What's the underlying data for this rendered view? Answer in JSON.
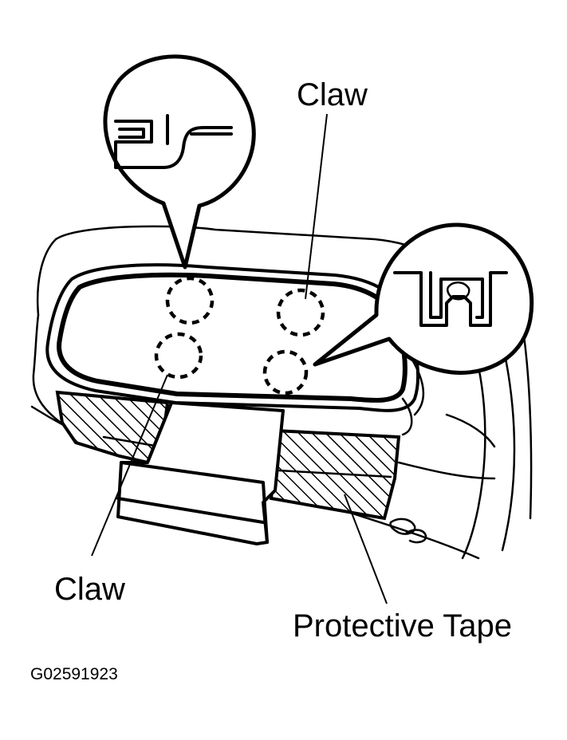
{
  "labels": {
    "claw_top": "Claw",
    "claw_bottom": "Claw",
    "protective_tape": "Protective Tape",
    "figure_id": "G02591923"
  },
  "icons": {
    "claw_cross_section_left": "claw-profile-detail-icon",
    "claw_cross_section_right": "claw-clip-detail-icon",
    "hatch_pattern": "diagonal-hatch"
  }
}
